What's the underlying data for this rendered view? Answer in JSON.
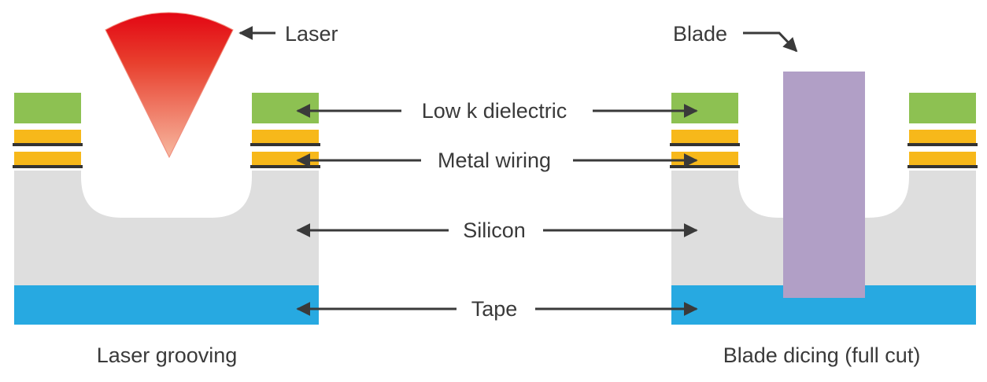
{
  "labels": {
    "laser": "Laser",
    "blade": "Blade",
    "low_k": "Low k dielectric",
    "metal": "Metal wiring",
    "silicon": "Silicon",
    "tape": "Tape"
  },
  "captions": {
    "left": "Laser grooving",
    "right": "Blade dicing (full cut)"
  },
  "colors": {
    "low_k": "#8dc152",
    "metal": "#f7b81a",
    "wire_line": "#333333",
    "silicon": "#dedede",
    "tape": "#27a9e1",
    "blade": "#b19fc6",
    "laser_top": "#e30613",
    "laser_bottom": "#f7b8a0",
    "arrow": "#3a3a3a"
  }
}
